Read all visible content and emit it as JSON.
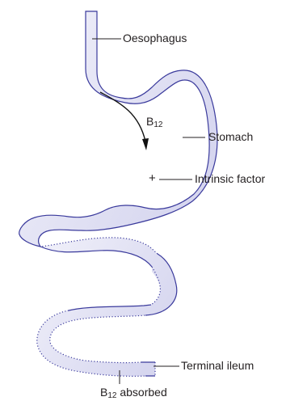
{
  "labels": {
    "oesophagus": "Oesophagus",
    "b12_letter": "B",
    "b12_subscript": "12",
    "stomach": "Stomach",
    "plus_sign": "+",
    "intrinsic_factor": "Intrinsic factor",
    "terminal_ileum": "Terminal ileum",
    "absorbed_letter": "B",
    "absorbed_subscript": "12",
    "absorbed_text": " absorbed"
  },
  "colors": {
    "organ_fill": "#dcdcf2",
    "organ_outline": "#3a3a9c",
    "leader_line": "#231f20",
    "text": "#231f20"
  }
}
